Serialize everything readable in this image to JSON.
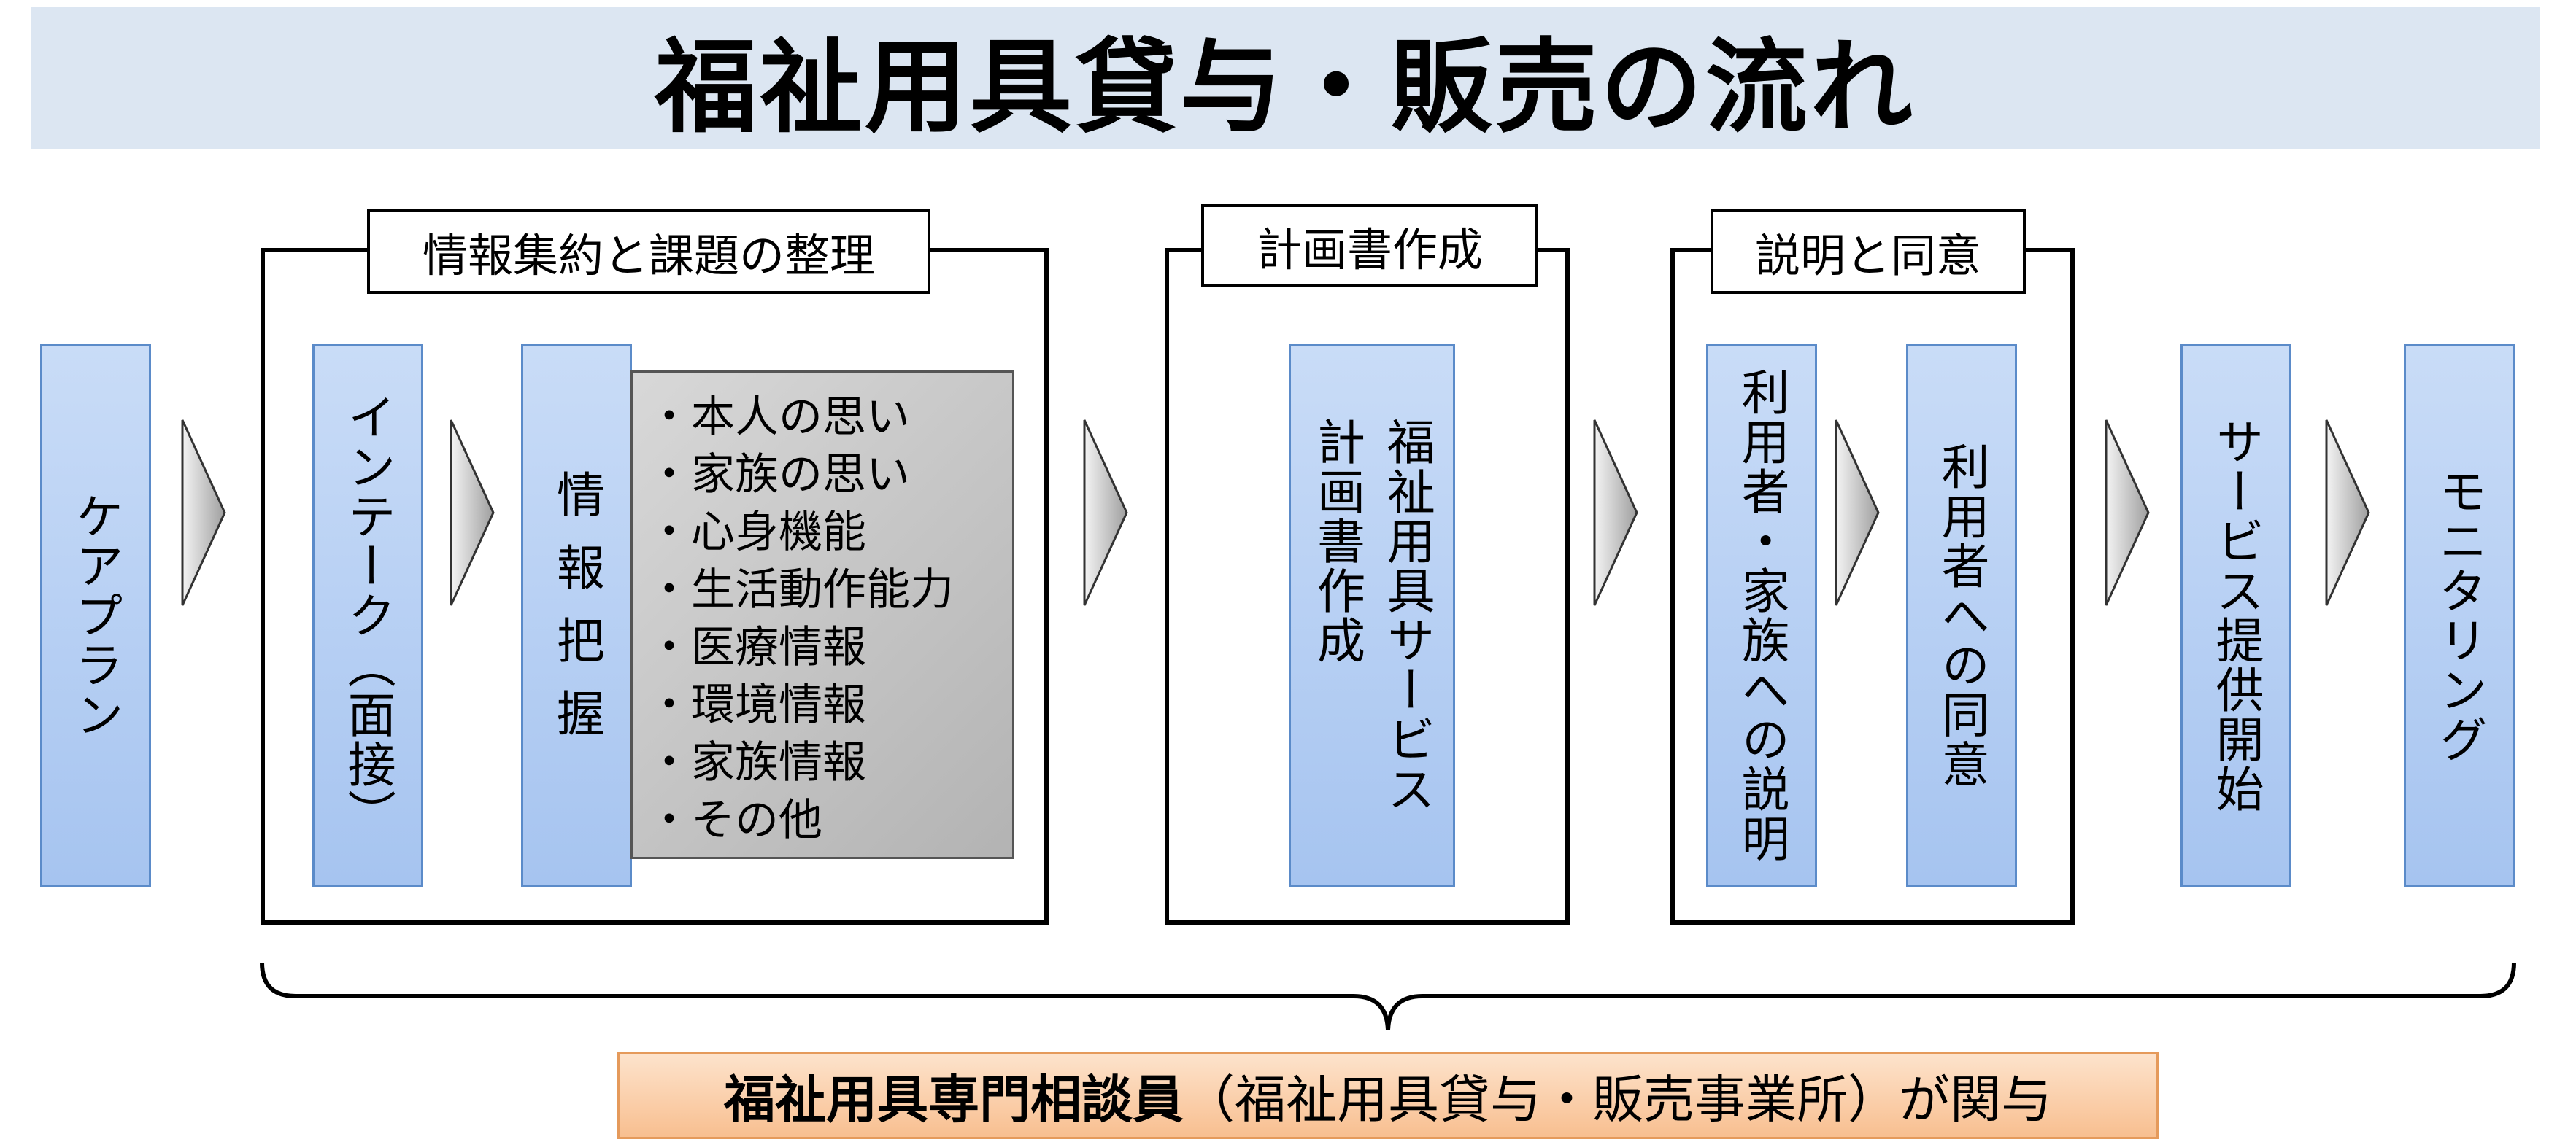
{
  "title": "福祉用具貸与・販売の流れ",
  "groups": {
    "info": "情報集約と課題の整理",
    "plan": "計画書作成",
    "consent": "説明と同意"
  },
  "stages": {
    "careplan": "ケアプラン",
    "intake": "インテーク（面接）",
    "info_grasp": "情報把握",
    "plan_doc": "福祉用具サービス\n計画書作成",
    "explain": "利用者・家族への説明",
    "agree": "利用者への同意",
    "service_start": "サービス提供開始",
    "monitoring": "モニタリング"
  },
  "info_items": [
    "・本人の思い",
    "・家族の思い",
    "・心身機能",
    "・生活動作能力",
    "・医療情報",
    "・環境情報",
    "・家族情報",
    "・その他"
  ],
  "footer": {
    "strong": "福祉用具専門相談員",
    "rest": "（福祉用具貸与・販売事業所）が関与"
  },
  "colors": {
    "title_bg": "#dce6f2",
    "stage_fill": "#a6c4f0",
    "stage_border": "#5b8bc9",
    "info_fill": "#c0c0c0",
    "footer_fill": "#f8bf90",
    "footer_border": "#e59a5b"
  },
  "icons": {
    "arrow": "chevron-right"
  }
}
